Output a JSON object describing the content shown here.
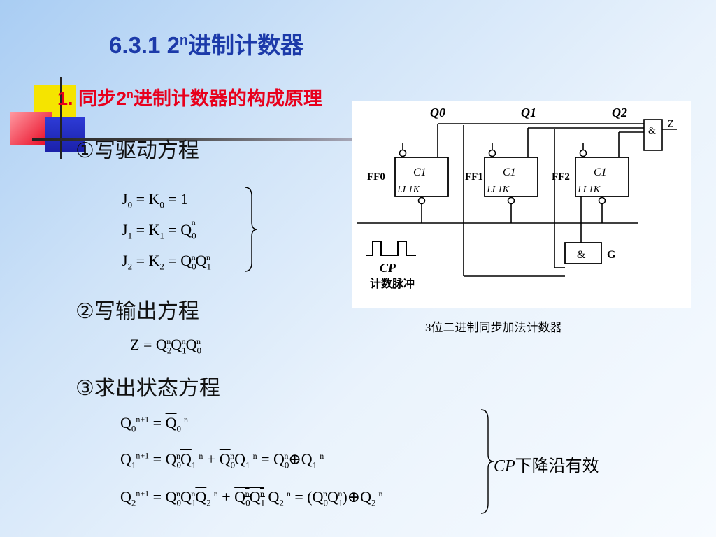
{
  "title": {
    "prefix": "6.3.1  2",
    "sup": "n",
    "suffix": "进制计数器"
  },
  "subtitle": {
    "prefix": "1. 同步2",
    "sup": "n",
    "suffix": "进制计数器的构成原理"
  },
  "steps": {
    "s1": "①写驱动方程",
    "s2": "②写输出方程",
    "s3": "③求出状态方程"
  },
  "drive_eq": {
    "e0": "J₀ = K₀ = 1",
    "e1": "J₁ = K₁ = Q₀ⁿ",
    "e2": "J₂ = K₂ = Q₀ⁿQ₁ⁿ"
  },
  "output_eq": "Z = Q₂ⁿQ₁ⁿQ₀ⁿ",
  "state_eq": {
    "e0": "Q₀ⁿ⁺¹ = Q̄₀ⁿ",
    "e1": "Q₁ⁿ⁺¹ = Q₀ⁿQ̄₁ⁿ + Q̄₀ⁿQ₁ⁿ = Q₀ⁿ⊕Q₁ⁿ",
    "e2": "Q₂ⁿ⁺¹ = Q₀ⁿQ₁ⁿQ̄₂ⁿ + (Q₀ⁿQ₁ⁿ)‾Q₂ⁿ = (Q₀ⁿQ₁ⁿ)⊕Q₂ⁿ"
  },
  "cp_note": {
    "cp": "CP",
    "text": "下降沿有效"
  },
  "circuit": {
    "outputs": [
      "Q0",
      "Q1",
      "Q2"
    ],
    "ff_labels": [
      "FF0",
      "FF1",
      "FF2"
    ],
    "ff_inner": "C1",
    "jk_label": "1J 1K",
    "and_gate_top": "&",
    "z_label": "Z",
    "and_gate_g": "&",
    "g_label": "G",
    "cp_label": "CP",
    "cp_desc": "计数脉冲"
  },
  "caption": "3位二进制同步加法计数器"
}
